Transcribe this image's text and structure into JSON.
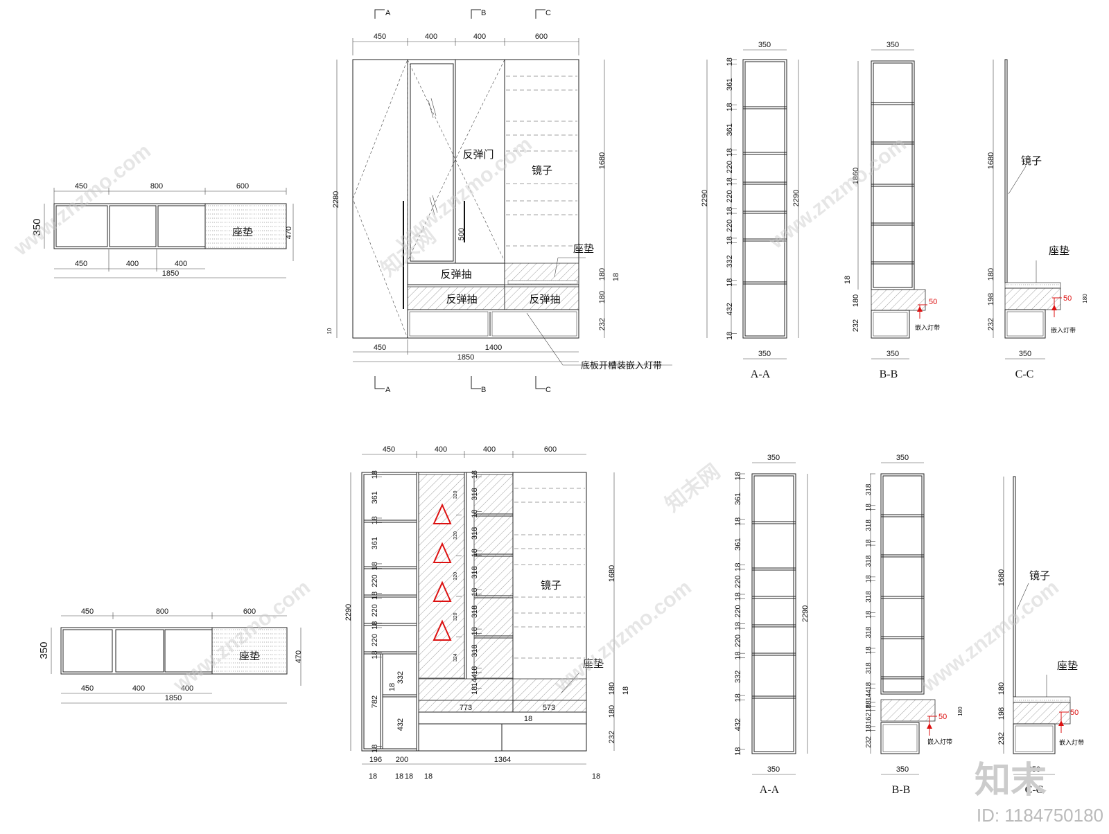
{
  "labels": {
    "seat_cushion": "座垫",
    "rebound_door": "反弹门",
    "mirror": "镜子",
    "rebound_drawer": "反弹抽",
    "base_slot_note": "底板开槽装嵌入灯带",
    "embedded_light": "嵌入灯带",
    "sec_a_marker": "A",
    "sec_b_marker": "B",
    "sec_c_marker": "C",
    "section_aa": "A-A",
    "section_bb": "B-B",
    "section_cc": "C-C",
    "height_500": "500"
  },
  "plan": {
    "top_segments": [
      "450",
      "800",
      "600"
    ],
    "bottom_segments": [
      "450",
      "400",
      "400"
    ],
    "total": "1850",
    "depth_left": "350",
    "depth_right": "470"
  },
  "elev_top": {
    "top_segments": [
      "450",
      "400",
      "400",
      "600"
    ],
    "bottom_segments": [
      "450",
      "1400"
    ],
    "total": "1850",
    "height_total": "2280",
    "mirror_height": "1680",
    "right_dims": [
      "180",
      "180",
      "232"
    ],
    "right_small": "18",
    "left_small": "10"
  },
  "elev_bot": {
    "top_segments": [
      "450",
      "400",
      "400",
      "600"
    ],
    "height_total": "2290",
    "mirror_height": "1680",
    "right_dims": [
      "180",
      "180",
      "232"
    ],
    "right_small": "18",
    "left_col": [
      "18",
      "361",
      "18",
      "361",
      "18",
      "220",
      "18",
      "220",
      "18",
      "220",
      "18",
      "782",
      "18"
    ],
    "inner_col": [
      "18",
      "332",
      "432"
    ],
    "mid_col": [
      "18",
      "318",
      "18",
      "318",
      "18",
      "318",
      "18",
      "318",
      "18",
      "318",
      "18",
      "144",
      "18"
    ],
    "glass_dims": [
      "320",
      "320",
      "320",
      "320",
      "324"
    ],
    "drawer_widths": [
      "773",
      "573"
    ],
    "drawer_gap": "18",
    "bottom_segments": [
      "196",
      "200",
      "1364"
    ],
    "bottom_small": [
      "18",
      "18",
      "18",
      "18",
      "18"
    ]
  },
  "sec_aa_top": {
    "width": "350",
    "height": "2290",
    "dims": [
      "18",
      "361",
      "18",
      "361",
      "18",
      "220",
      "18",
      "220",
      "18",
      "220",
      "18",
      "332",
      "18",
      "432",
      "18"
    ]
  },
  "sec_bb_top": {
    "width": "350",
    "height": "1860",
    "dims": [
      "18",
      "180",
      "232"
    ],
    "red_dim": "50"
  },
  "sec_cc_top": {
    "width": "350",
    "height": "1680",
    "dims": [
      "180",
      "198",
      "232"
    ],
    "small": "180",
    "red_dim": "50"
  },
  "sec_aa_bot": {
    "width": "350",
    "height": "2290",
    "dims": [
      "18",
      "361",
      "18",
      "361",
      "18",
      "220",
      "18",
      "220",
      "18",
      "220",
      "18",
      "332",
      "18",
      "432",
      "18"
    ]
  },
  "sec_bb_bot": {
    "width": "350",
    "dims": [
      "318",
      "18",
      "318",
      "18",
      "318",
      "18",
      "318",
      "18",
      "318",
      "18",
      "318",
      "18",
      "144",
      "18",
      "18",
      "162",
      "18",
      "232"
    ],
    "small": "180",
    "red_dim": "50"
  },
  "sec_cc_bot": {
    "width": "350",
    "height": "1680",
    "dims": [
      "180",
      "198",
      "232"
    ],
    "red_dim": "50"
  },
  "watermark": {
    "site": "www.znzmo.com",
    "brand": "知末网",
    "logo": "知末",
    "id": "ID: 1184750180"
  }
}
